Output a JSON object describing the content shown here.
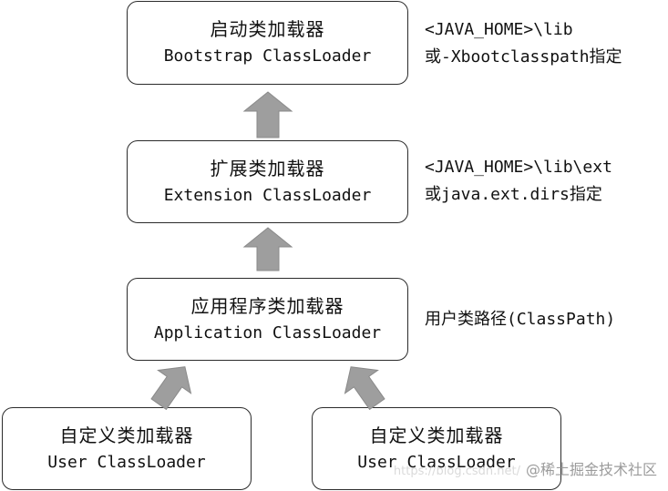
{
  "nodes": {
    "bootstrap": {
      "cn": "启动类加载器",
      "en": "Bootstrap ClassLoader"
    },
    "extension": {
      "cn": "扩展类加载器",
      "en": "Extension ClassLoader"
    },
    "application": {
      "cn": "应用程序类加载器",
      "en": "Application ClassLoader"
    },
    "user_left": {
      "cn": "自定义类加载器",
      "en": "User ClassLoader"
    },
    "user_right": {
      "cn": "自定义类加载器",
      "en": "User ClassLoader"
    }
  },
  "notes": {
    "bootstrap": [
      "<JAVA_HOME>\\lib",
      "或-Xbootclasspath指定"
    ],
    "extension": [
      "<JAVA_HOME>\\lib\\ext",
      "或java.ext.dirs指定"
    ],
    "application": [
      "用户类路径(ClassPath)"
    ]
  },
  "watermark": {
    "url": "https://blog.csdn.net/",
    "text": "@稀土掘金技术社区"
  },
  "colors": {
    "arrow": "#9e9e9e",
    "border": "#2b2b2b",
    "text": "#111111"
  }
}
